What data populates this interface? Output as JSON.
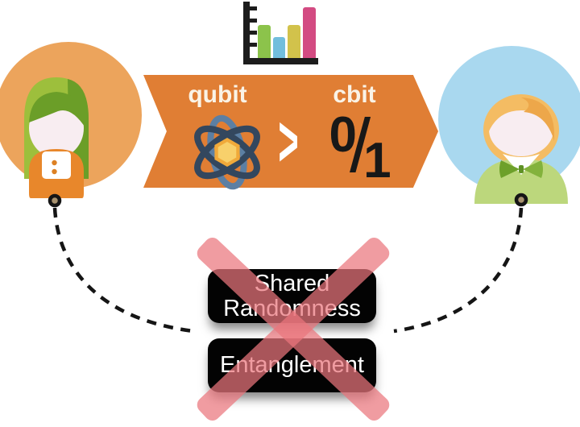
{
  "banner": {
    "qubit_label": "qubit",
    "cbit_label": "cbit",
    "comparison": ">",
    "bit_numerator": "0",
    "bit_slash": "/",
    "bit_denominator": "1"
  },
  "forbidden_resources": {
    "shared_randomness_label": "Shared Randomness",
    "entanglement_label": "Entanglement"
  },
  "icons": {
    "top_icon": "bar-chart-icon",
    "banner_icon": "atom-icon",
    "left_avatar": "female-person-avatar",
    "right_avatar": "male-person-avatar",
    "cross": "red-x-cross-out",
    "connectors": "dashed-curve-connectors"
  },
  "colors": {
    "banner_orange": "#e07e34",
    "banner_text": "#faf3e6",
    "bit_black": "#181818",
    "axis_black": "#1c1c1c",
    "bar_green": "#8cc34b",
    "bar_blue": "#72bedd",
    "bar_yellow": "#d2c24b",
    "bar_pink": "#d34b82",
    "box_black": "#030303",
    "box_text": "#ffffff",
    "cross_pink": "#ea767d",
    "alice_bg": "#eca45c",
    "alice_dress": "#e8872b",
    "alice_hair_light": "#9dbf3c",
    "alice_hair_dark": "#6b9e28",
    "bob_bg": "#a9d8ef",
    "bob_hair_light": "#f4bc63",
    "bob_hair_dark": "#eda74a",
    "bob_shirt": "#bcd77c",
    "bob_tie_dark": "#6da02a",
    "bob_tie_light": "#83b23c",
    "face_skin": "#f8edf1",
    "line_black": "#151515"
  }
}
